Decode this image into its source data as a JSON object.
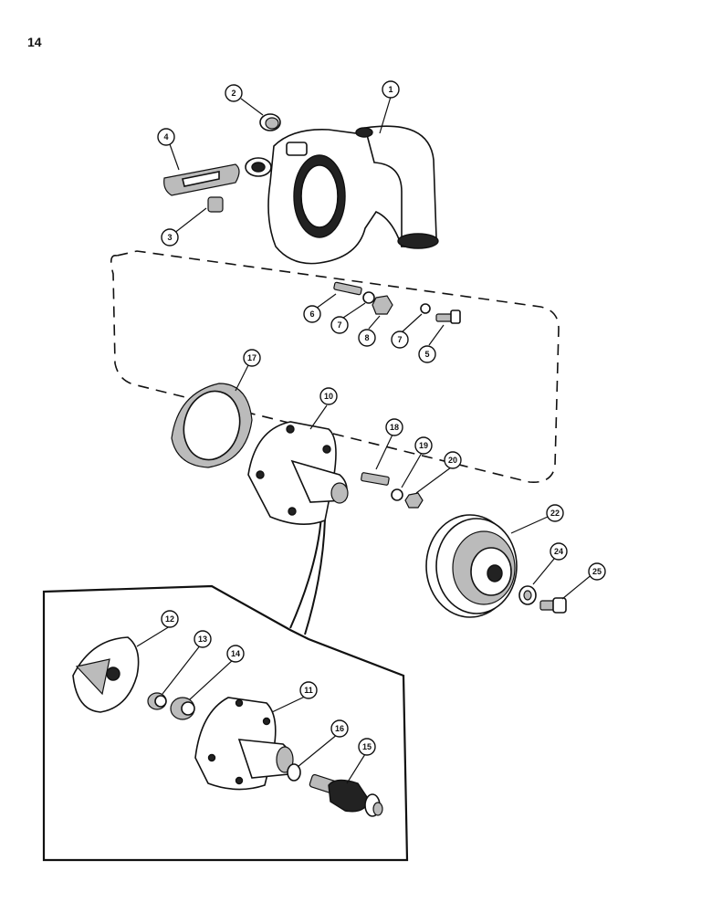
{
  "page": {
    "number": "14"
  },
  "callouts": [
    {
      "id": "c1",
      "label": "1"
    },
    {
      "id": "c2",
      "label": "2"
    },
    {
      "id": "c3",
      "label": "3"
    },
    {
      "id": "c4",
      "label": "4"
    },
    {
      "id": "c5",
      "label": "5"
    },
    {
      "id": "c6",
      "label": "6"
    },
    {
      "id": "c7a",
      "label": "7"
    },
    {
      "id": "c7b",
      "label": "7"
    },
    {
      "id": "c8",
      "label": "8"
    },
    {
      "id": "c10",
      "label": "10"
    },
    {
      "id": "c11",
      "label": "11"
    },
    {
      "id": "c12",
      "label": "12"
    },
    {
      "id": "c13",
      "label": "13"
    },
    {
      "id": "c14",
      "label": "14"
    },
    {
      "id": "c15",
      "label": "15"
    },
    {
      "id": "c16",
      "label": "16"
    },
    {
      "id": "c17",
      "label": "17"
    },
    {
      "id": "c18",
      "label": "18"
    },
    {
      "id": "c19",
      "label": "19"
    },
    {
      "id": "c20",
      "label": "20"
    },
    {
      "id": "c22",
      "label": "22"
    },
    {
      "id": "c24",
      "label": "24"
    },
    {
      "id": "c25",
      "label": "25"
    }
  ]
}
